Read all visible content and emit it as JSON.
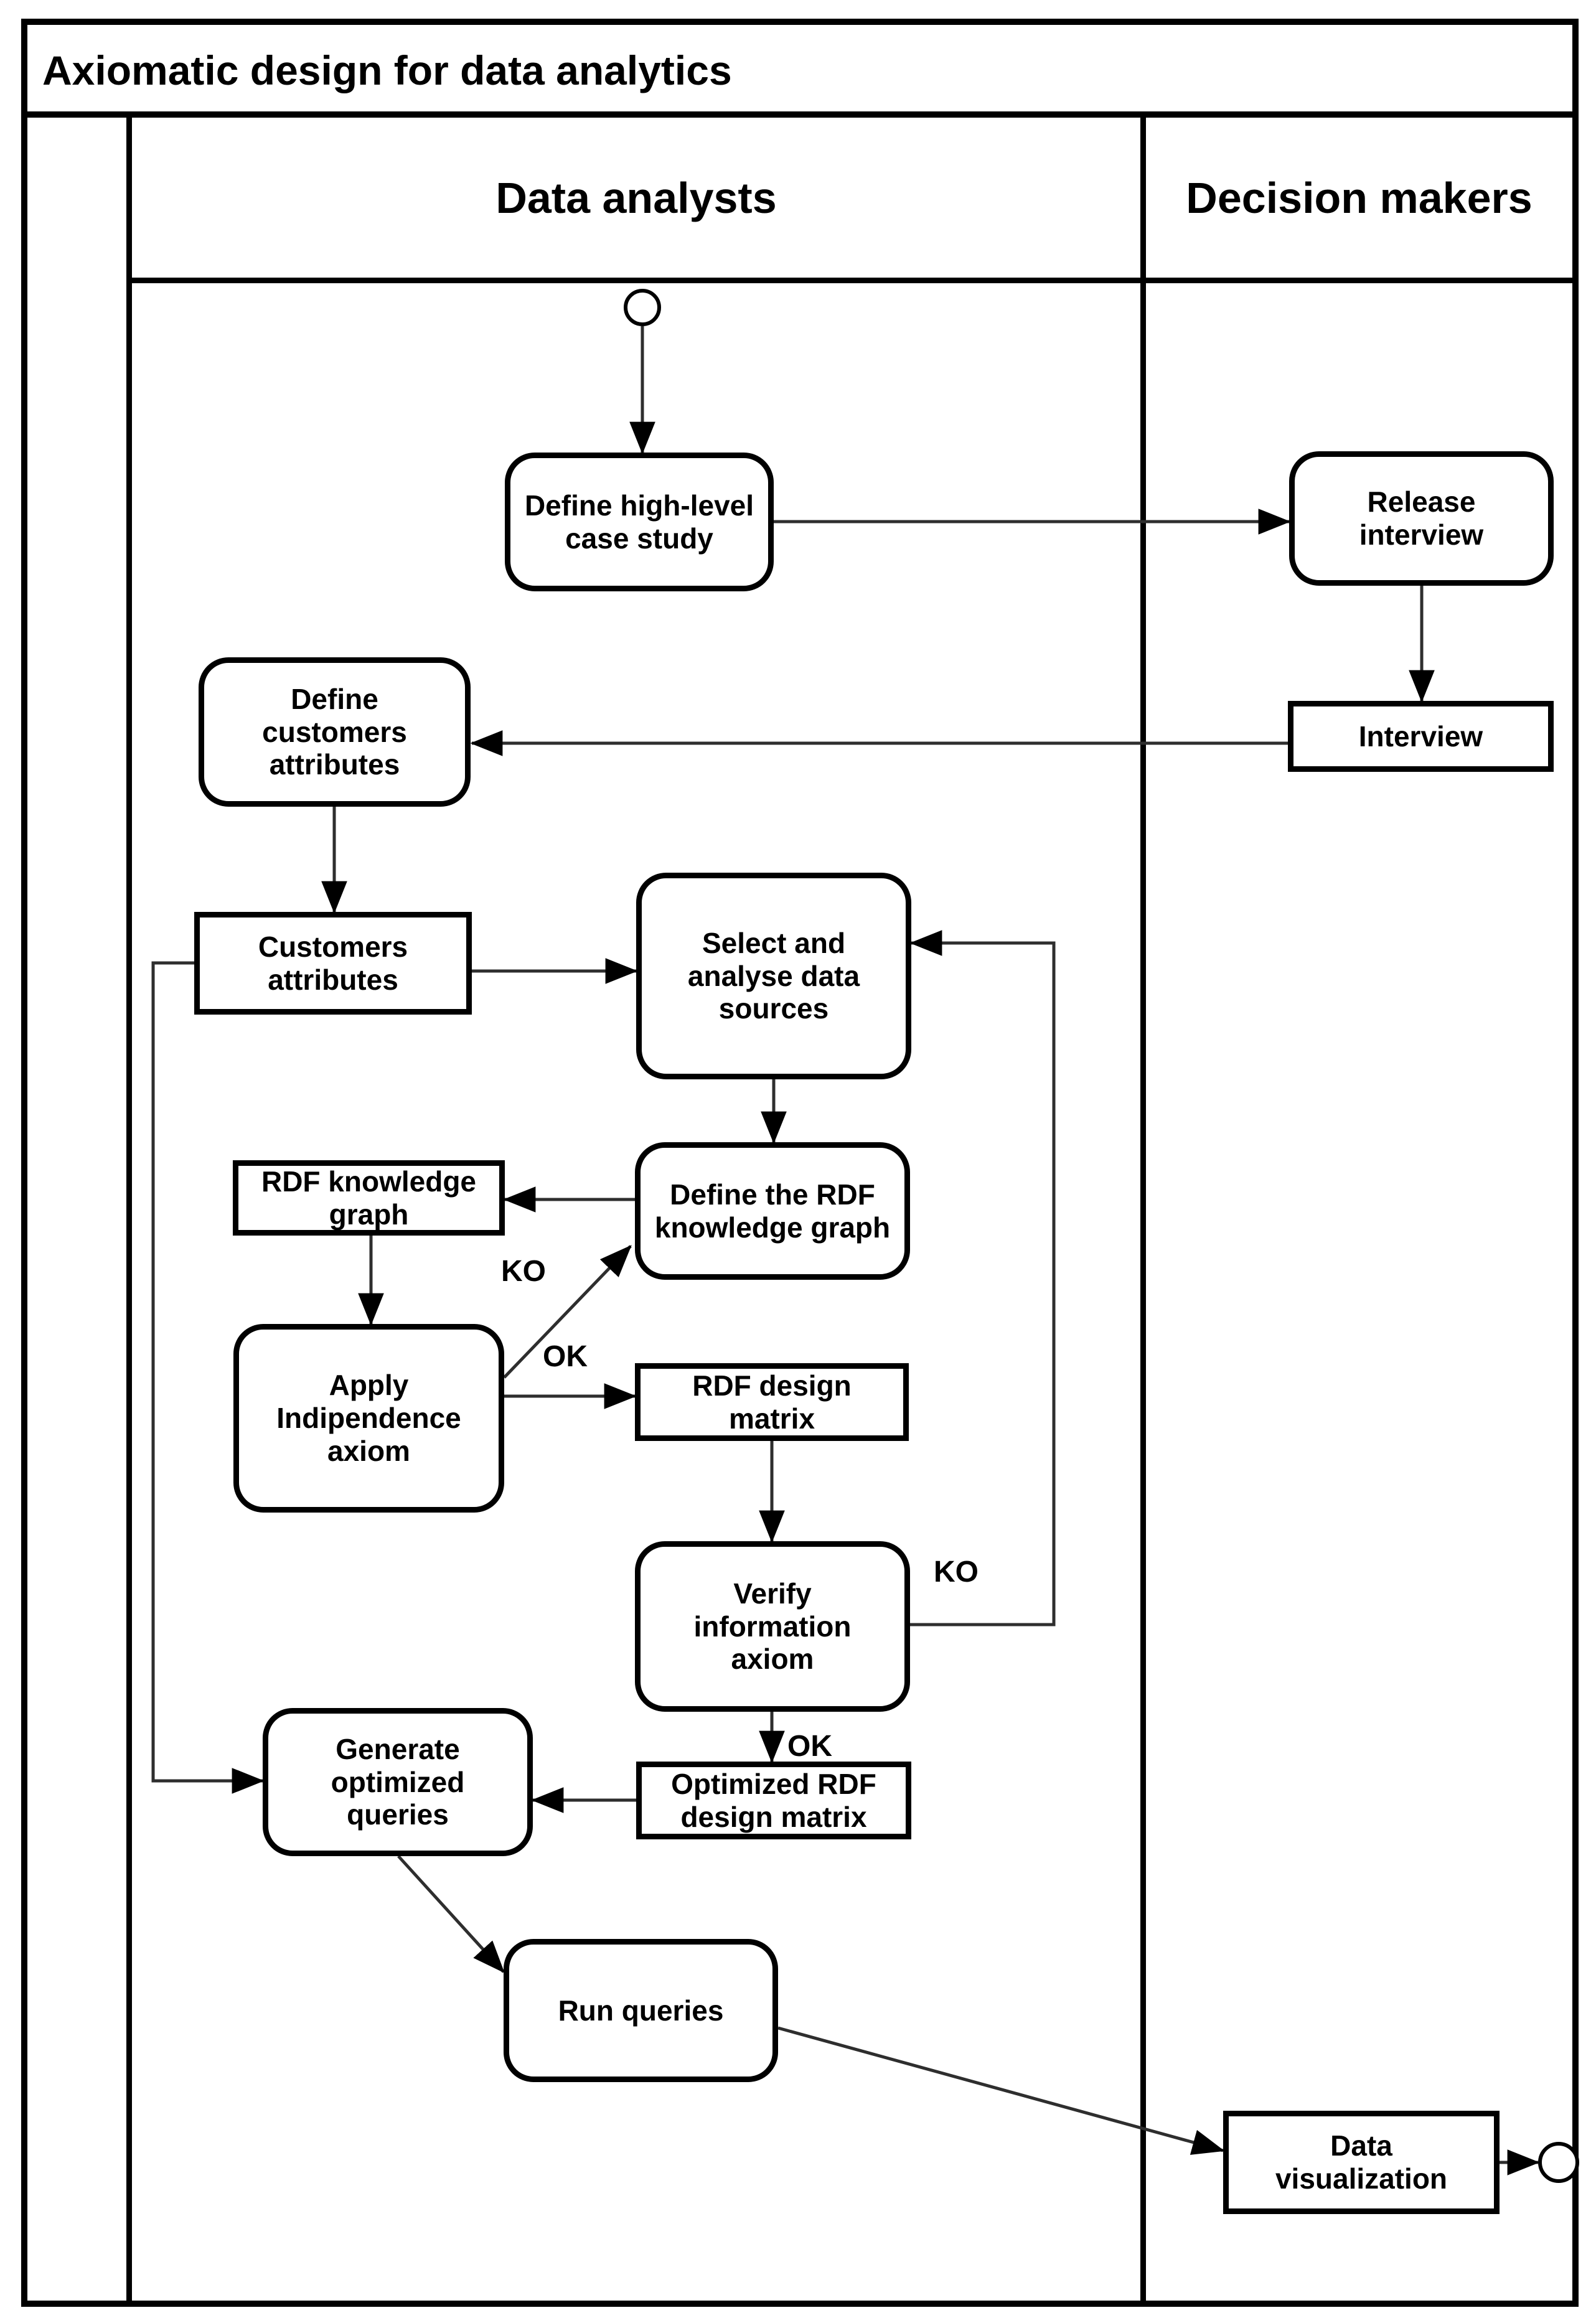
{
  "title": "Axiomatic design for data analytics",
  "lanes": {
    "left": {
      "label": "Data analysts"
    },
    "right": {
      "label": "Decision makers"
    }
  },
  "nodes": {
    "define_case": {
      "label": "Define high-level case study"
    },
    "release_interview": {
      "label": "Release interview"
    },
    "interview": {
      "label": "Interview"
    },
    "define_attrs": {
      "label": "Define customers attributes"
    },
    "cust_attrs": {
      "label": "Customers attributes"
    },
    "select_analyse": {
      "label": "Select and analyse data sources"
    },
    "define_rdf": {
      "label": "Define the RDF knowledge graph"
    },
    "rdf_kg": {
      "label": "RDF knowledge graph"
    },
    "apply_axiom": {
      "label": "Apply Indipendence axiom"
    },
    "rdf_dm": {
      "label": "RDF design matrix"
    },
    "verify_axiom": {
      "label": "Verify information axiom"
    },
    "opt_rdf_dm": {
      "label": "Optimized RDF design matrix"
    },
    "generate_queries": {
      "label": "Generate optimized queries"
    },
    "run_queries": {
      "label": "Run queries"
    },
    "data_viz": {
      "label": "Data visualization"
    }
  },
  "edge_labels": {
    "ko_apply": "KO",
    "ok_apply": "OK",
    "ko_verify": "KO",
    "ok_verify": "OK"
  },
  "colors": {
    "border": "#000000",
    "connector": "#2e2e2e",
    "text": "#000000",
    "background": "#ffffff"
  }
}
